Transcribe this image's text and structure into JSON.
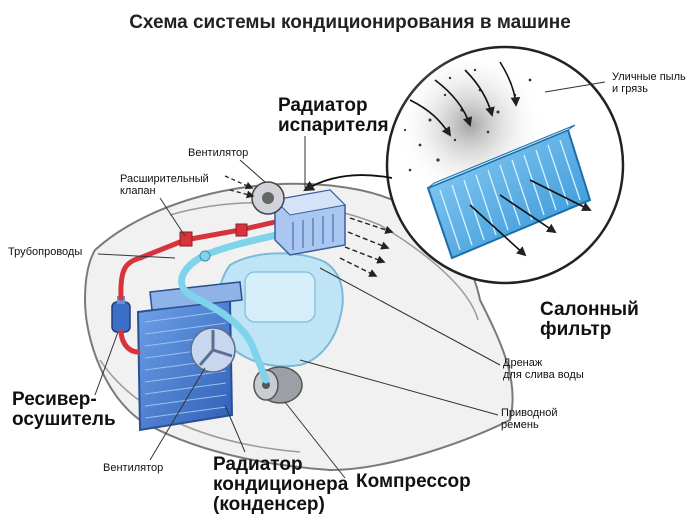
{
  "title": "Схема системы кондиционирования в машине",
  "labels": {
    "dust": "Уличные пыль\nи грязь",
    "evaporator": "Радиатор\nиспарителя",
    "fan_top": "Вентилятор",
    "expansion_valve": "Расширительный\nклапан",
    "pipes": "Трубопроводы",
    "cabin_filter": "Салонный\nфильтр",
    "drain": "Дренаж\nдля слива воды",
    "drive_belt": "Приводной\nремень",
    "receiver_dryer": "Ресивер-\nосушитель",
    "fan_bottom": "Вентилятор",
    "condenser": "Радиатор\nкондиционера\n(конденсер)",
    "compressor": "Компрессор"
  },
  "colors": {
    "car_body": "#f1f1f1",
    "car_outline": "#7a7a7a",
    "cold_line": "#7fd3ea",
    "hot_line": "#d8333d",
    "condenser": "#4c84d4",
    "engine": "#bfe4f6",
    "filter_blue": "#3fa9e6",
    "text": "#111111"
  }
}
